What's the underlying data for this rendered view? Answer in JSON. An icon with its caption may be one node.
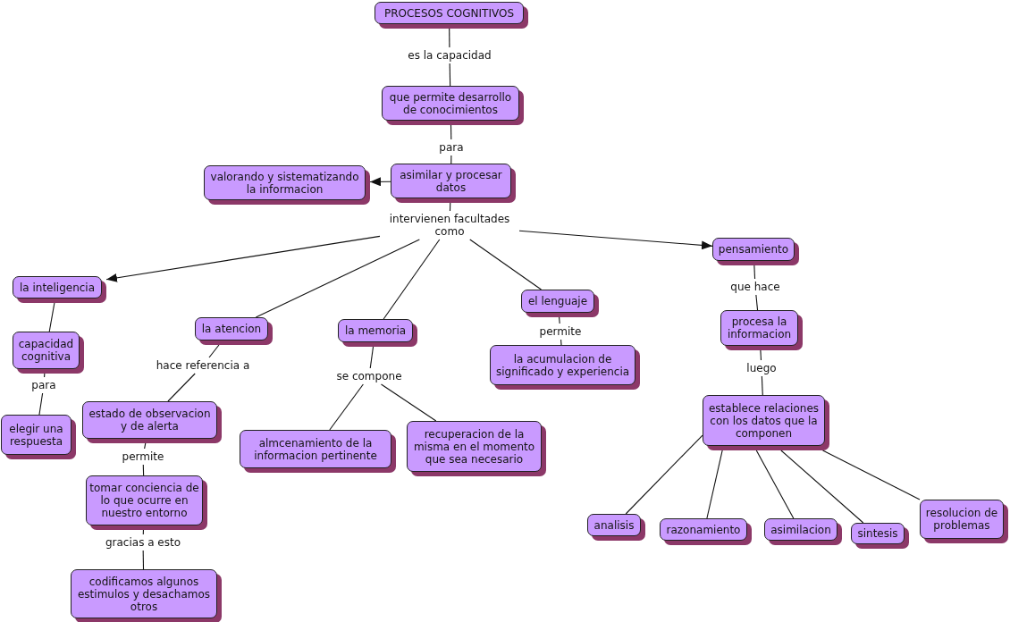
{
  "diagram": {
    "nodes": [
      {
        "text": [
          "PROCESOS COGNITIVOS"
        ]
      },
      {
        "text": [
          "es la capacidad"
        ]
      },
      {
        "text": [
          "que permite desarrollo de conocimientos"
        ]
      },
      {
        "text": [
          "para"
        ]
      },
      {
        "text": [
          "asimilar y procesar datos"
        ]
      },
      {
        "text": [
          "valorando y sistematizando la informacion"
        ]
      },
      {
        "text": [
          "intervienen facultades como"
        ]
      },
      {
        "text": [
          "la inteligencia"
        ]
      },
      {
        "text": [
          "capacidad cognitiva"
        ]
      },
      {
        "text": [
          "para"
        ]
      },
      {
        "text": [
          "elegir una respuesta"
        ]
      },
      {
        "text": [
          "la atencion"
        ]
      },
      {
        "text": [
          "hace referencia a"
        ]
      },
      {
        "text": [
          "estado de observacion y de alerta"
        ]
      },
      {
        "text": [
          "permite"
        ]
      },
      {
        "text": [
          "tomar conciencia de lo que ocurre en nuestro entorno"
        ]
      },
      {
        "text": [
          "gracias a esto"
        ]
      },
      {
        "text": [
          "codificamos algunos estimulos y desachamos otros"
        ]
      },
      {
        "text": [
          "la memoria"
        ]
      },
      {
        "text": [
          "se compone"
        ]
      },
      {
        "text": [
          "almcenamiento de la informacion pertinente"
        ]
      },
      {
        "text": [
          "recuperacion de la misma en el momento que sea necesario"
        ]
      },
      {
        "text": [
          "el lenguaje"
        ]
      },
      {
        "text": [
          "permite"
        ]
      },
      {
        "text": [
          "la acumulacion de significado y experiencia"
        ]
      },
      {
        "text": [
          "pensamiento"
        ]
      },
      {
        "text": [
          "que hace"
        ]
      },
      {
        "text": [
          "procesa la informacion"
        ]
      },
      {
        "text": [
          "luego"
        ]
      },
      {
        "text": [
          "establece relaciones con los datos que la componen"
        ]
      },
      {
        "text": [
          "analisis"
        ]
      },
      {
        "text": [
          "razonamiento"
        ]
      },
      {
        "text": [
          "asimilacion"
        ]
      },
      {
        "text": [
          "sintesis"
        ]
      },
      {
        "text": [
          "resolucion de problemas"
        ]
      }
    ],
    "edges": [
      {
        "from": 0,
        "to": 1,
        "arrow": "none"
      },
      {
        "from": 1,
        "to": 2,
        "arrow": "none"
      },
      {
        "from": 2,
        "to": 3,
        "arrow": "none"
      },
      {
        "from": 3,
        "to": 4,
        "arrow": "none"
      },
      {
        "from": 4,
        "to": 5,
        "arrow": "to"
      },
      {
        "from": 4,
        "to": 6,
        "arrow": "none"
      },
      {
        "from": 6,
        "to": 7,
        "arrow": "to"
      },
      {
        "from": 6,
        "to": 11,
        "arrow": "none"
      },
      {
        "from": 6,
        "to": 18,
        "arrow": "none"
      },
      {
        "from": 6,
        "to": 22,
        "arrow": "none"
      },
      {
        "from": 6,
        "to": 25,
        "arrow": "to"
      },
      {
        "from": 7,
        "to": 8,
        "arrow": "none"
      },
      {
        "from": 8,
        "to": 9,
        "arrow": "none"
      },
      {
        "from": 9,
        "to": 10,
        "arrow": "none"
      },
      {
        "from": 11,
        "to": 12,
        "arrow": "none"
      },
      {
        "from": 12,
        "to": 13,
        "arrow": "none"
      },
      {
        "from": 13,
        "to": 14,
        "arrow": "none"
      },
      {
        "from": 14,
        "to": 15,
        "arrow": "none"
      },
      {
        "from": 15,
        "to": 16,
        "arrow": "none"
      },
      {
        "from": 16,
        "to": 17,
        "arrow": "none"
      },
      {
        "from": 18,
        "to": 19,
        "arrow": "none"
      },
      {
        "from": 19,
        "to": 20,
        "arrow": "none"
      },
      {
        "from": 19,
        "to": 21,
        "arrow": "none"
      },
      {
        "from": 22,
        "to": 23,
        "arrow": "none"
      },
      {
        "from": 23,
        "to": 24,
        "arrow": "none"
      },
      {
        "from": 25,
        "to": 26,
        "arrow": "none"
      },
      {
        "from": 26,
        "to": 27,
        "arrow": "none"
      },
      {
        "from": 27,
        "to": 28,
        "arrow": "none"
      },
      {
        "from": 28,
        "to": 29,
        "arrow": "none"
      },
      {
        "from": 29,
        "to": 30,
        "arrow": "none"
      },
      {
        "from": 29,
        "to": 31,
        "arrow": "none"
      },
      {
        "from": 29,
        "to": 32,
        "arrow": "none"
      },
      {
        "from": 29,
        "to": 33,
        "arrow": "none"
      },
      {
        "from": 29,
        "to": 34,
        "arrow": "none"
      }
    ]
  }
}
